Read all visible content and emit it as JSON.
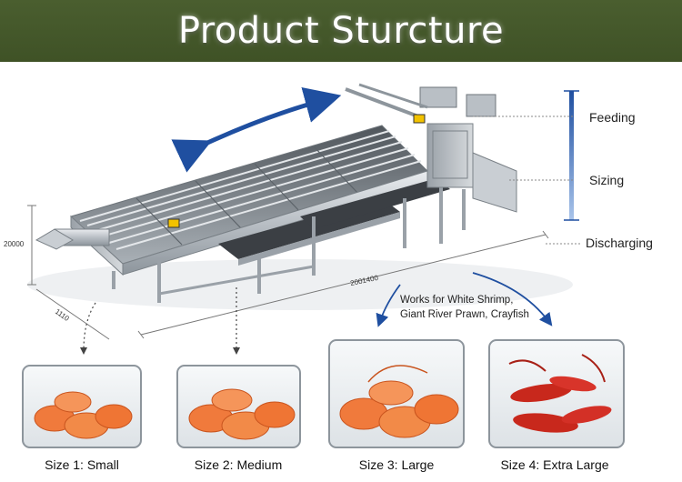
{
  "header": {
    "title": "Product Sturcture",
    "bg_color": "#44582a"
  },
  "stages": {
    "feeding": "Feeding",
    "sizing": "Sizing",
    "discharging": "Discharging"
  },
  "note": {
    "line1": "Works for White Shrimp,",
    "line2": "Giant River Prawn, Crayfish"
  },
  "dimensions": {
    "height": "20000",
    "width": "1110",
    "length": "2001400"
  },
  "sizes": [
    {
      "label": "Size 1: Small",
      "product": "shrimp"
    },
    {
      "label": "Size 2: Medium",
      "product": "shrimp"
    },
    {
      "label": "Size 3: Large",
      "product": "prawn"
    },
    {
      "label": "Size 4: Extra Large",
      "product": "crayfish"
    }
  ],
  "colors": {
    "accent_blue": "#1f4fa0",
    "shrimp": "#f07a3c",
    "crayfish": "#c8281c"
  }
}
